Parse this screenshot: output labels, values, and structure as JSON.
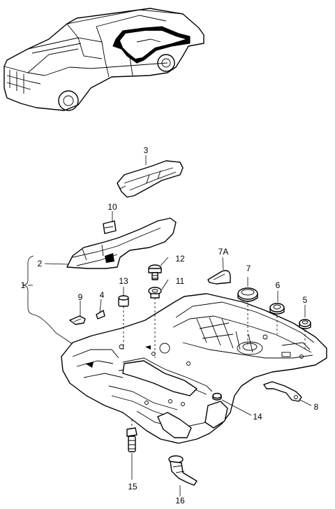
{
  "callouts": {
    "c1": "1",
    "c2": "2",
    "c3": "3",
    "c4": "4",
    "c5": "5",
    "c6": "6",
    "c7": "7",
    "c7a": "7A",
    "c8": "8",
    "c9": "9",
    "c10": "10",
    "c11": "11",
    "c12": "12",
    "c13": "13",
    "c14": "14",
    "c15": "15",
    "c16": "16"
  }
}
